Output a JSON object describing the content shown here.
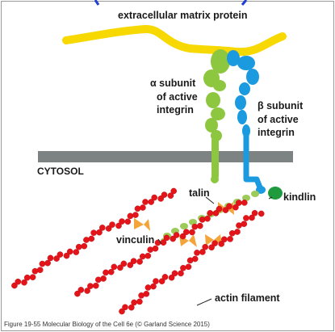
{
  "labels": {
    "ecm": "extracellular matrix protein",
    "alpha_1": "α subunit",
    "alpha_2": "of active",
    "alpha_3": "integrin",
    "beta_1": "β subunit",
    "beta_2": "of active",
    "beta_3": "integrin",
    "cytosol": "CYTOSOL",
    "talin": "talin",
    "kindlin": "kindlin",
    "vinculin": "vinculin",
    "actin": "actin filament"
  },
  "caption": "Figure 19-55 Molecular Biology of the Cell 6e (© Garland Science 2015)",
  "colors": {
    "ecm": "#f7d800",
    "alpha": "#8dc63f",
    "beta": "#1b9ae0",
    "membrane": "#7d8283",
    "actin": "#e3151b",
    "talin": "#9ccb59",
    "vinculin": "#f3a53a",
    "kindlin": "#1f9a3c",
    "frame_top": "#1f3fd4"
  }
}
